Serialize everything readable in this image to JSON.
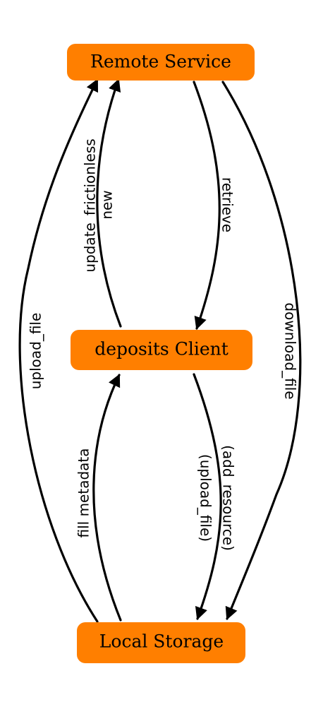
{
  "diagram": {
    "nodes": {
      "remote": {
        "label": "Remote Service",
        "fill": "#ff7f00"
      },
      "client": {
        "label": "deposits Client",
        "fill": "#ff7f00"
      },
      "local": {
        "label": "Local Storage",
        "fill": "#ff7f00"
      }
    },
    "edges": {
      "upload_file_outer": {
        "from": "local",
        "to": "remote",
        "label": "upload_file"
      },
      "update_frictionless": {
        "from": "client",
        "to": "remote",
        "label": "update_frictionless"
      },
      "new": {
        "from": "client",
        "to": "remote",
        "label": "new"
      },
      "retrieve": {
        "from": "remote",
        "to": "client",
        "label": "retrieve"
      },
      "download_file": {
        "from": "remote",
        "to": "local",
        "label": "download_file"
      },
      "fill_metadata": {
        "from": "local",
        "to": "client",
        "label": "fill metadata"
      },
      "add_resource": {
        "from": "client",
        "to": "local",
        "label": "(add_resource)"
      },
      "upload_file_inner": {
        "from": "client",
        "to": "local",
        "label": "(upload_file)"
      }
    }
  }
}
